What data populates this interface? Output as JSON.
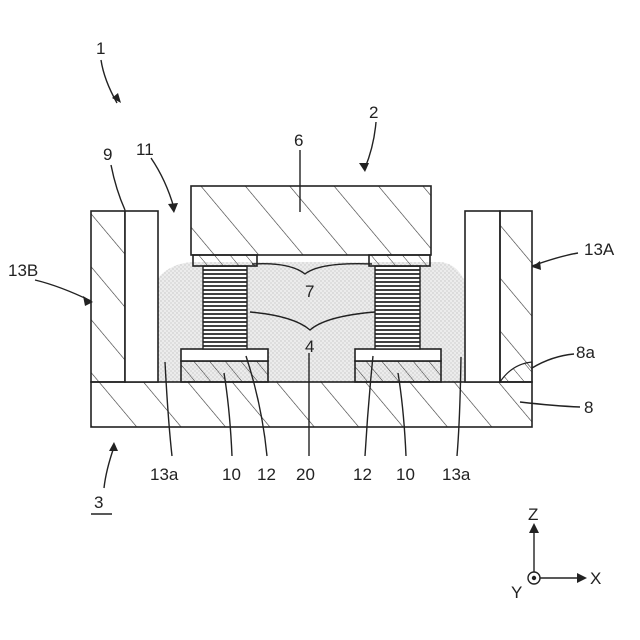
{
  "labels": {
    "ref_1": "1",
    "ref_2": "2",
    "ref_3": "3",
    "ref_4": "4",
    "ref_6": "6",
    "ref_7": "7",
    "ref_8": "8",
    "ref_8a": "8a",
    "ref_9": "9",
    "ref_11": "11",
    "ref_13A": "13A",
    "ref_13B": "13B",
    "ref_13a_left": "13a",
    "ref_13a_right": "13a",
    "ref_10_left": "10",
    "ref_10_right": "10",
    "ref_12_left": "12",
    "ref_12_right": "12",
    "ref_20": "20"
  },
  "axes": {
    "z": "Z",
    "x": "X",
    "y": "Y"
  }
}
